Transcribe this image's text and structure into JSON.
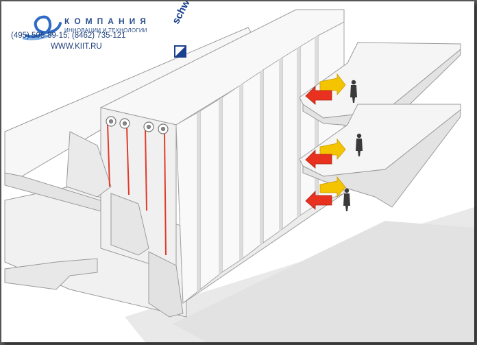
{
  "logo": {
    "company_name": "КОМПАНИЯ",
    "company_subtitle": "ИННОВАЦИИ И ТЕХНОЛОГИИ",
    "phones": "(495) 505-89-15; (8462) 735-121",
    "website": "WWW.KIIT.RU"
  },
  "brand": {
    "name": "schwab"
  },
  "colors": {
    "background": "#ffffff",
    "logo_blue": "#2a4f8c",
    "brand_blue": "#1a3f8f",
    "cable_red": "#e23a2a",
    "arrow_red": "#e8321f",
    "arrow_yellow": "#f5c400",
    "structure_light": "#f2f2f2",
    "structure_shadow": "#d9d9d9"
  },
  "icons": [
    "logo-swirl-icon",
    "schwab-cube-icon",
    "pulley-icon",
    "arrow-in-icon",
    "arrow-out-icon",
    "person-icon"
  ]
}
